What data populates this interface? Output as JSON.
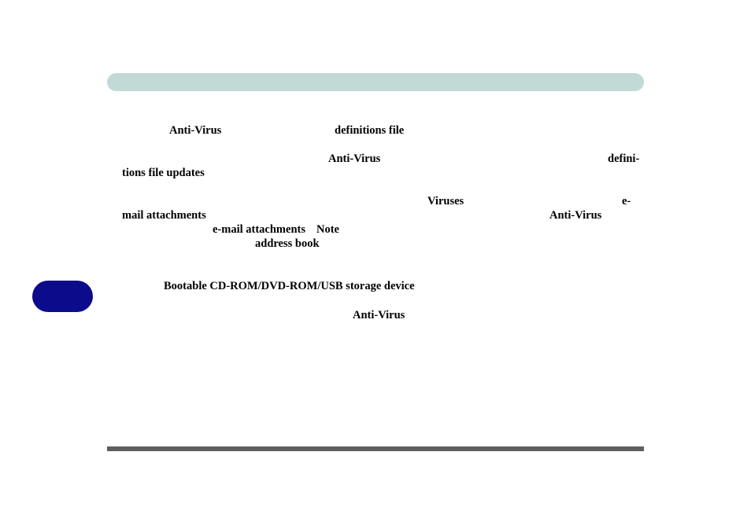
{
  "colors": {
    "header_bar": "#c2dad6",
    "side_tab": "#0b0b8c",
    "footer_rule": "#5e5e5e"
  },
  "paragraphs": {
    "p1": {
      "term1": "Anti-Virus",
      "term2": "definitions file"
    },
    "p2": {
      "term1": "Anti-Virus",
      "term2_part1": "defini-",
      "term2_part2": "tions file updates"
    },
    "p3": {
      "term1": "Viruses",
      "term2_part1": "e-",
      "term2_part2": "mail attachments",
      "term3": "Anti-Virus",
      "term4": "e-mail attachments",
      "term5": "Note",
      "term6": "address book"
    },
    "p4": {
      "term1": "Bootable CD-ROM/DVD-ROM/USB storage device",
      "term2": "Anti-Virus"
    }
  }
}
